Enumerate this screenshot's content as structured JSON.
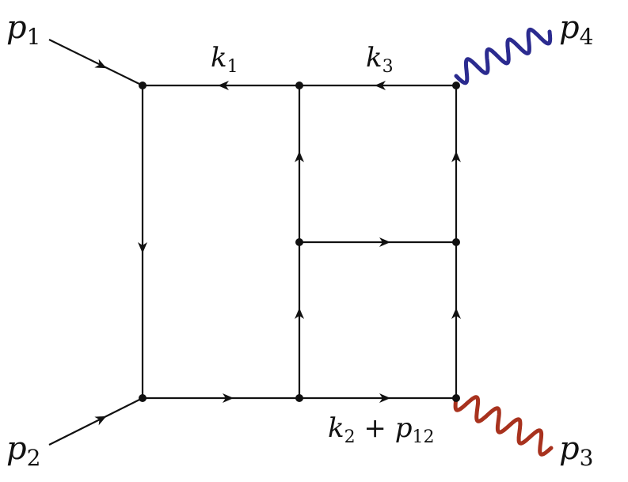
{
  "labels": {
    "p1": {
      "base": "p",
      "sub": "1"
    },
    "p2": {
      "base": "p",
      "sub": "2"
    },
    "p3": {
      "base": "p",
      "sub": "3"
    },
    "p4": {
      "base": "p",
      "sub": "4"
    },
    "k1": {
      "base": "k",
      "sub": "1"
    },
    "k3": {
      "base": "k",
      "sub": "3"
    },
    "k2p12": {
      "base1": "k",
      "sub1": "2",
      "plus": " + ",
      "base2": "p",
      "sub2": "12"
    }
  },
  "colors": {
    "line": "#111111",
    "photon_p4": "#2b2b8f",
    "photon_p3": "#a8321e"
  }
}
